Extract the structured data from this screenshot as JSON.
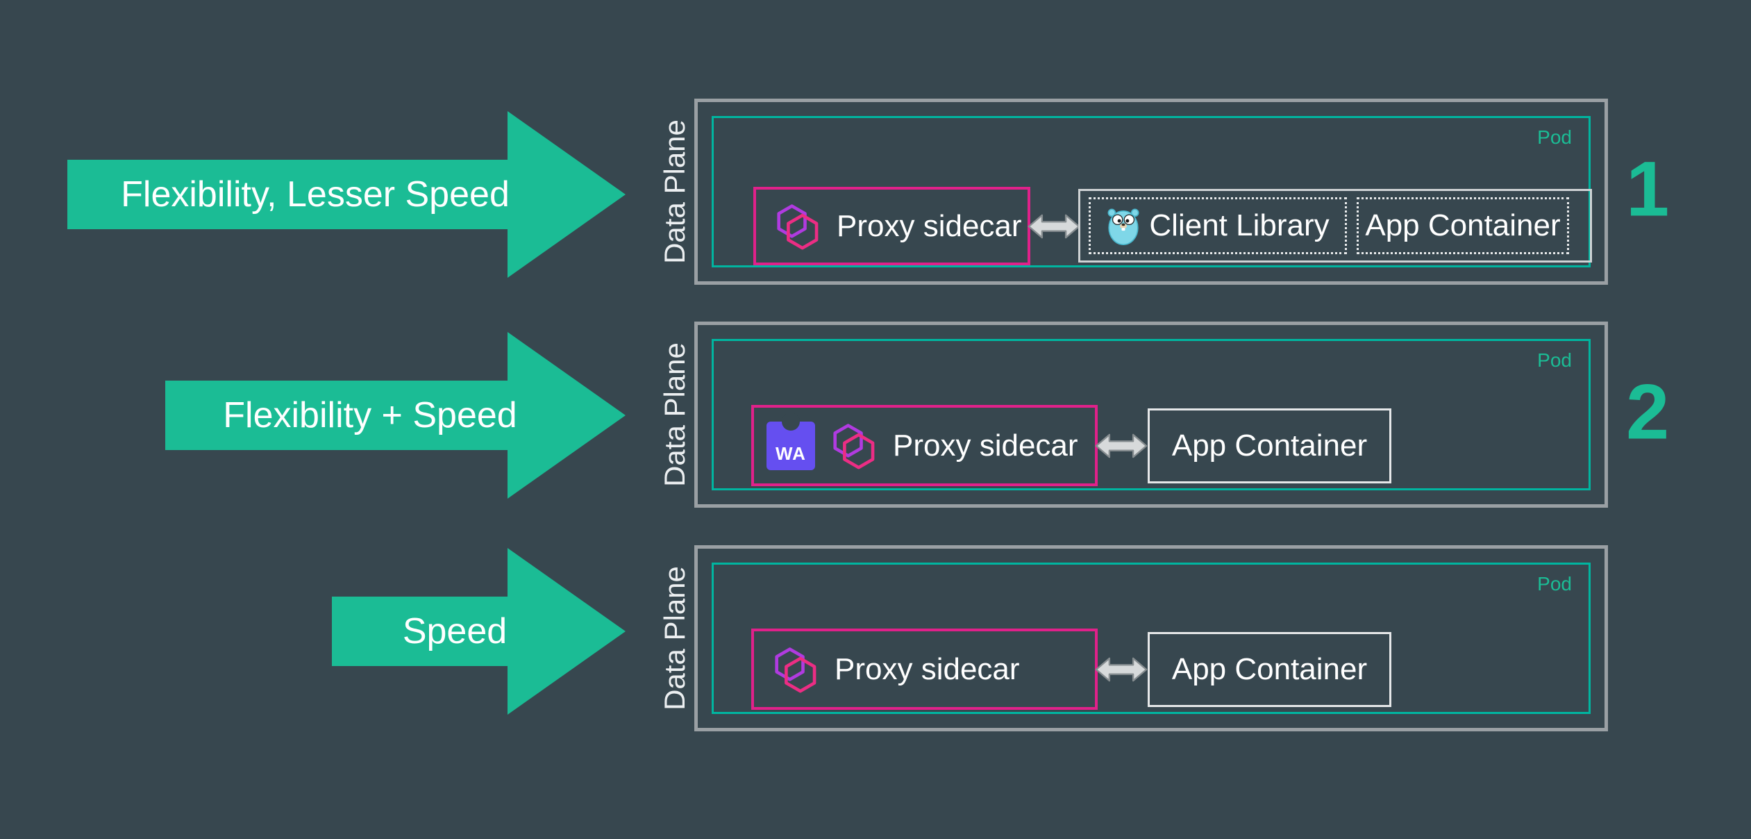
{
  "colors": {
    "background": "#37474f",
    "arrow_teal": "#1bbc95",
    "pod_border_teal": "#00b5a0",
    "pod_border_gray": "#9aa0a4",
    "proxy_magenta": "#e0218a",
    "wasm_purple": "#654ff0",
    "text_white": "#ffffff"
  },
  "rows": [
    {
      "arrow_label": "Flexibility, Lesser Speed",
      "data_plane": "Data Plane",
      "pod": "Pod",
      "number": "1",
      "proxy": {
        "label": "Proxy sidecar"
      },
      "containers": [
        {
          "label": "Client Library"
        },
        {
          "label": "App Container"
        }
      ]
    },
    {
      "arrow_label": "Flexibility + Speed",
      "data_plane": "Data Plane",
      "pod": "Pod",
      "number": "2",
      "proxy": {
        "label": "Proxy sidecar",
        "wasm": "WA"
      },
      "containers": [
        {
          "label": "App Container"
        }
      ]
    },
    {
      "arrow_label": "Speed",
      "data_plane": "Data Plane",
      "pod": "Pod",
      "proxy": {
        "label": "Proxy sidecar"
      },
      "containers": [
        {
          "label": "App Container"
        }
      ]
    }
  ]
}
